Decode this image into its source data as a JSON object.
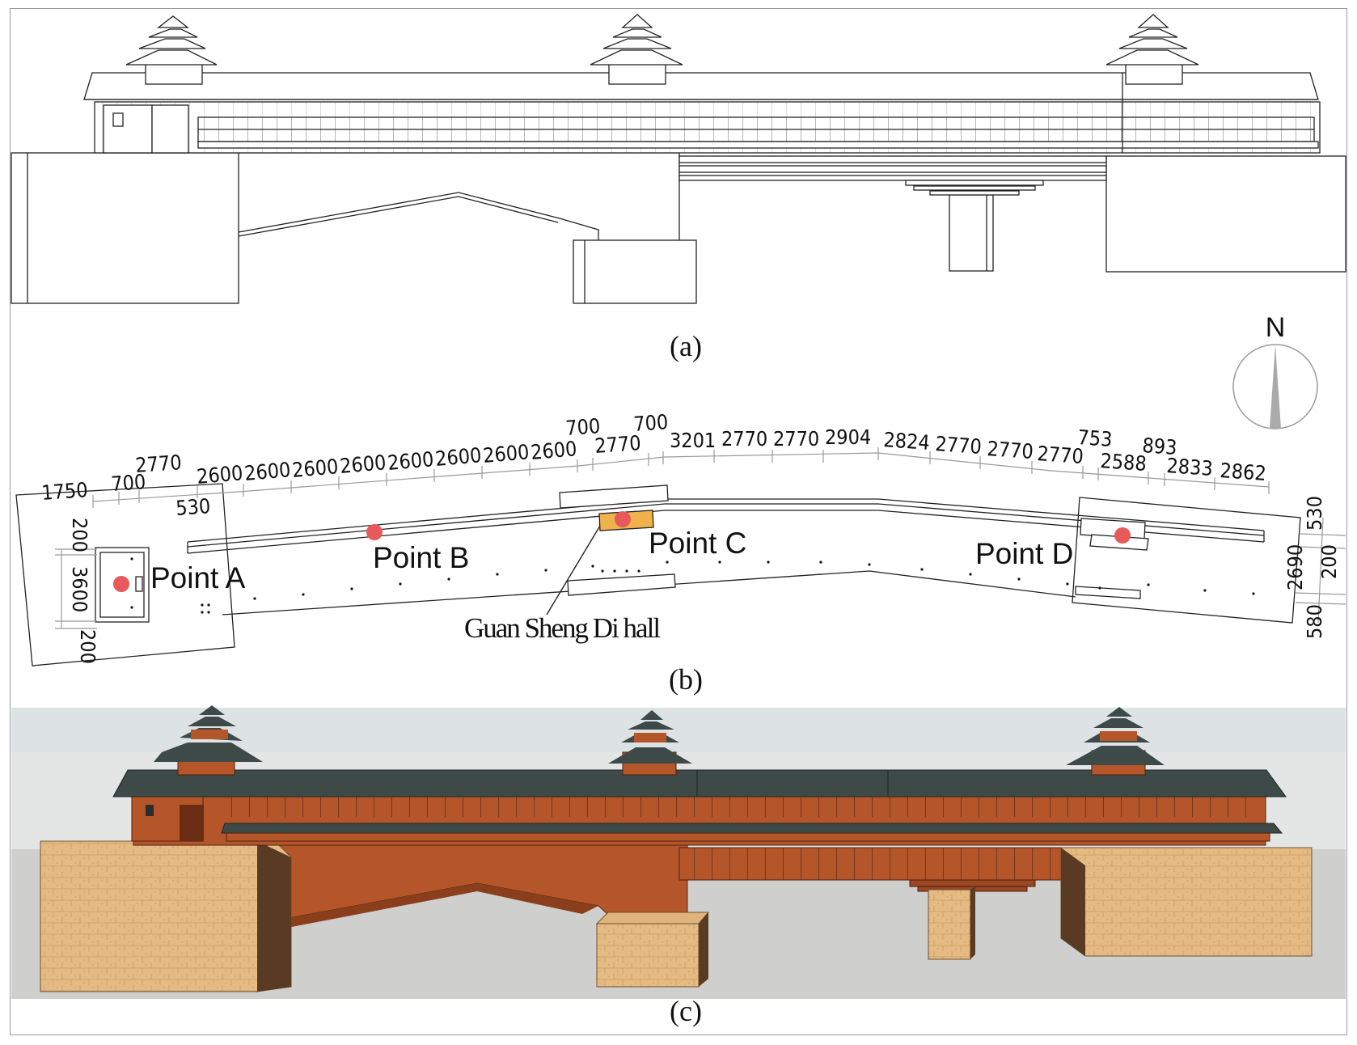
{
  "panels": {
    "a": {
      "caption": "(a)"
    },
    "b": {
      "caption": "(b)"
    },
    "c": {
      "caption": "(c)"
    }
  },
  "plan": {
    "north_label": "N",
    "points": [
      {
        "id": "A",
        "label": "Point A"
      },
      {
        "id": "B",
        "label": "Point B"
      },
      {
        "id": "C",
        "label": "Point C"
      },
      {
        "id": "D",
        "label": "Point D"
      }
    ],
    "hall_label": "Guan Sheng Di hall",
    "top_dimensions": [
      "1750",
      "700",
      "2770",
      "530",
      "2600",
      "2600",
      "2600",
      "2600",
      "2600",
      "2600",
      "2600",
      "2600",
      "700",
      "2770",
      "700",
      "3201",
      "2770",
      "2770",
      "2904",
      "2824",
      "2770",
      "2770",
      "2770",
      "753",
      "2588",
      "893",
      "2833",
      "2862"
    ],
    "left_dimensions": [
      "200",
      "3600",
      "200"
    ],
    "right_dimensions": [
      "530",
      "200",
      "2690",
      "580"
    ]
  },
  "colors": {
    "marker": "#e8595b",
    "roof": "#3e4a48",
    "timber": "#b5562a",
    "stone": "#e3b77e",
    "hall_fill": "#f0b24a"
  }
}
